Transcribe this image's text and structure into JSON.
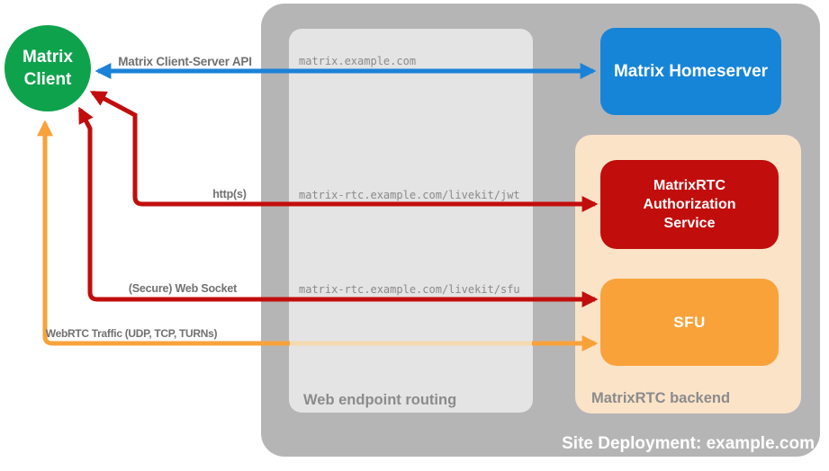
{
  "deployment": {
    "title": "Site Deployment: example.com",
    "bg": "#b5b5b6"
  },
  "routing": {
    "title": "Web endpoint routing",
    "bg": "#e4e4e5",
    "endpoints": [
      "matrix.example.com",
      "matrix-rtc.example.com/livekit/jwt",
      "matrix-rtc.example.com/livekit/sfu"
    ]
  },
  "backend": {
    "title": "MatrixRTC backend",
    "bg": "#fbe3c8"
  },
  "nodes": {
    "client": {
      "label": "Matrix\nClient",
      "color": "#0fa24c"
    },
    "homeserver": {
      "label": "Matrix Homeserver",
      "color": "#1685d8"
    },
    "auth": {
      "label": "MatrixRTC Authorization Service",
      "color": "#c20d0d"
    },
    "sfu": {
      "label": "SFU",
      "color": "#f9a23a"
    }
  },
  "arrows": {
    "api": {
      "label": "Matrix Client-Server API",
      "color": "#1b82d8",
      "from": "Matrix Client",
      "to": "Matrix Homeserver",
      "bidirectional": true
    },
    "https": {
      "label": "http(s)",
      "color": "#c20d0d",
      "from": "Matrix Client",
      "to": "MatrixRTC Authorization Service",
      "bidirectional": true
    },
    "websocket": {
      "label": "(Secure) Web Socket",
      "color": "#c20d0d",
      "from": "Matrix Client",
      "to": "SFU",
      "bidirectional": true
    },
    "webrtc": {
      "label": "WebRTC Traffic (UDP, TCP, TURNs)",
      "color": "#f9a23a",
      "faded_color": "#f5d9b0",
      "from": "Matrix Client",
      "to": "SFU",
      "bidirectional": true
    }
  }
}
